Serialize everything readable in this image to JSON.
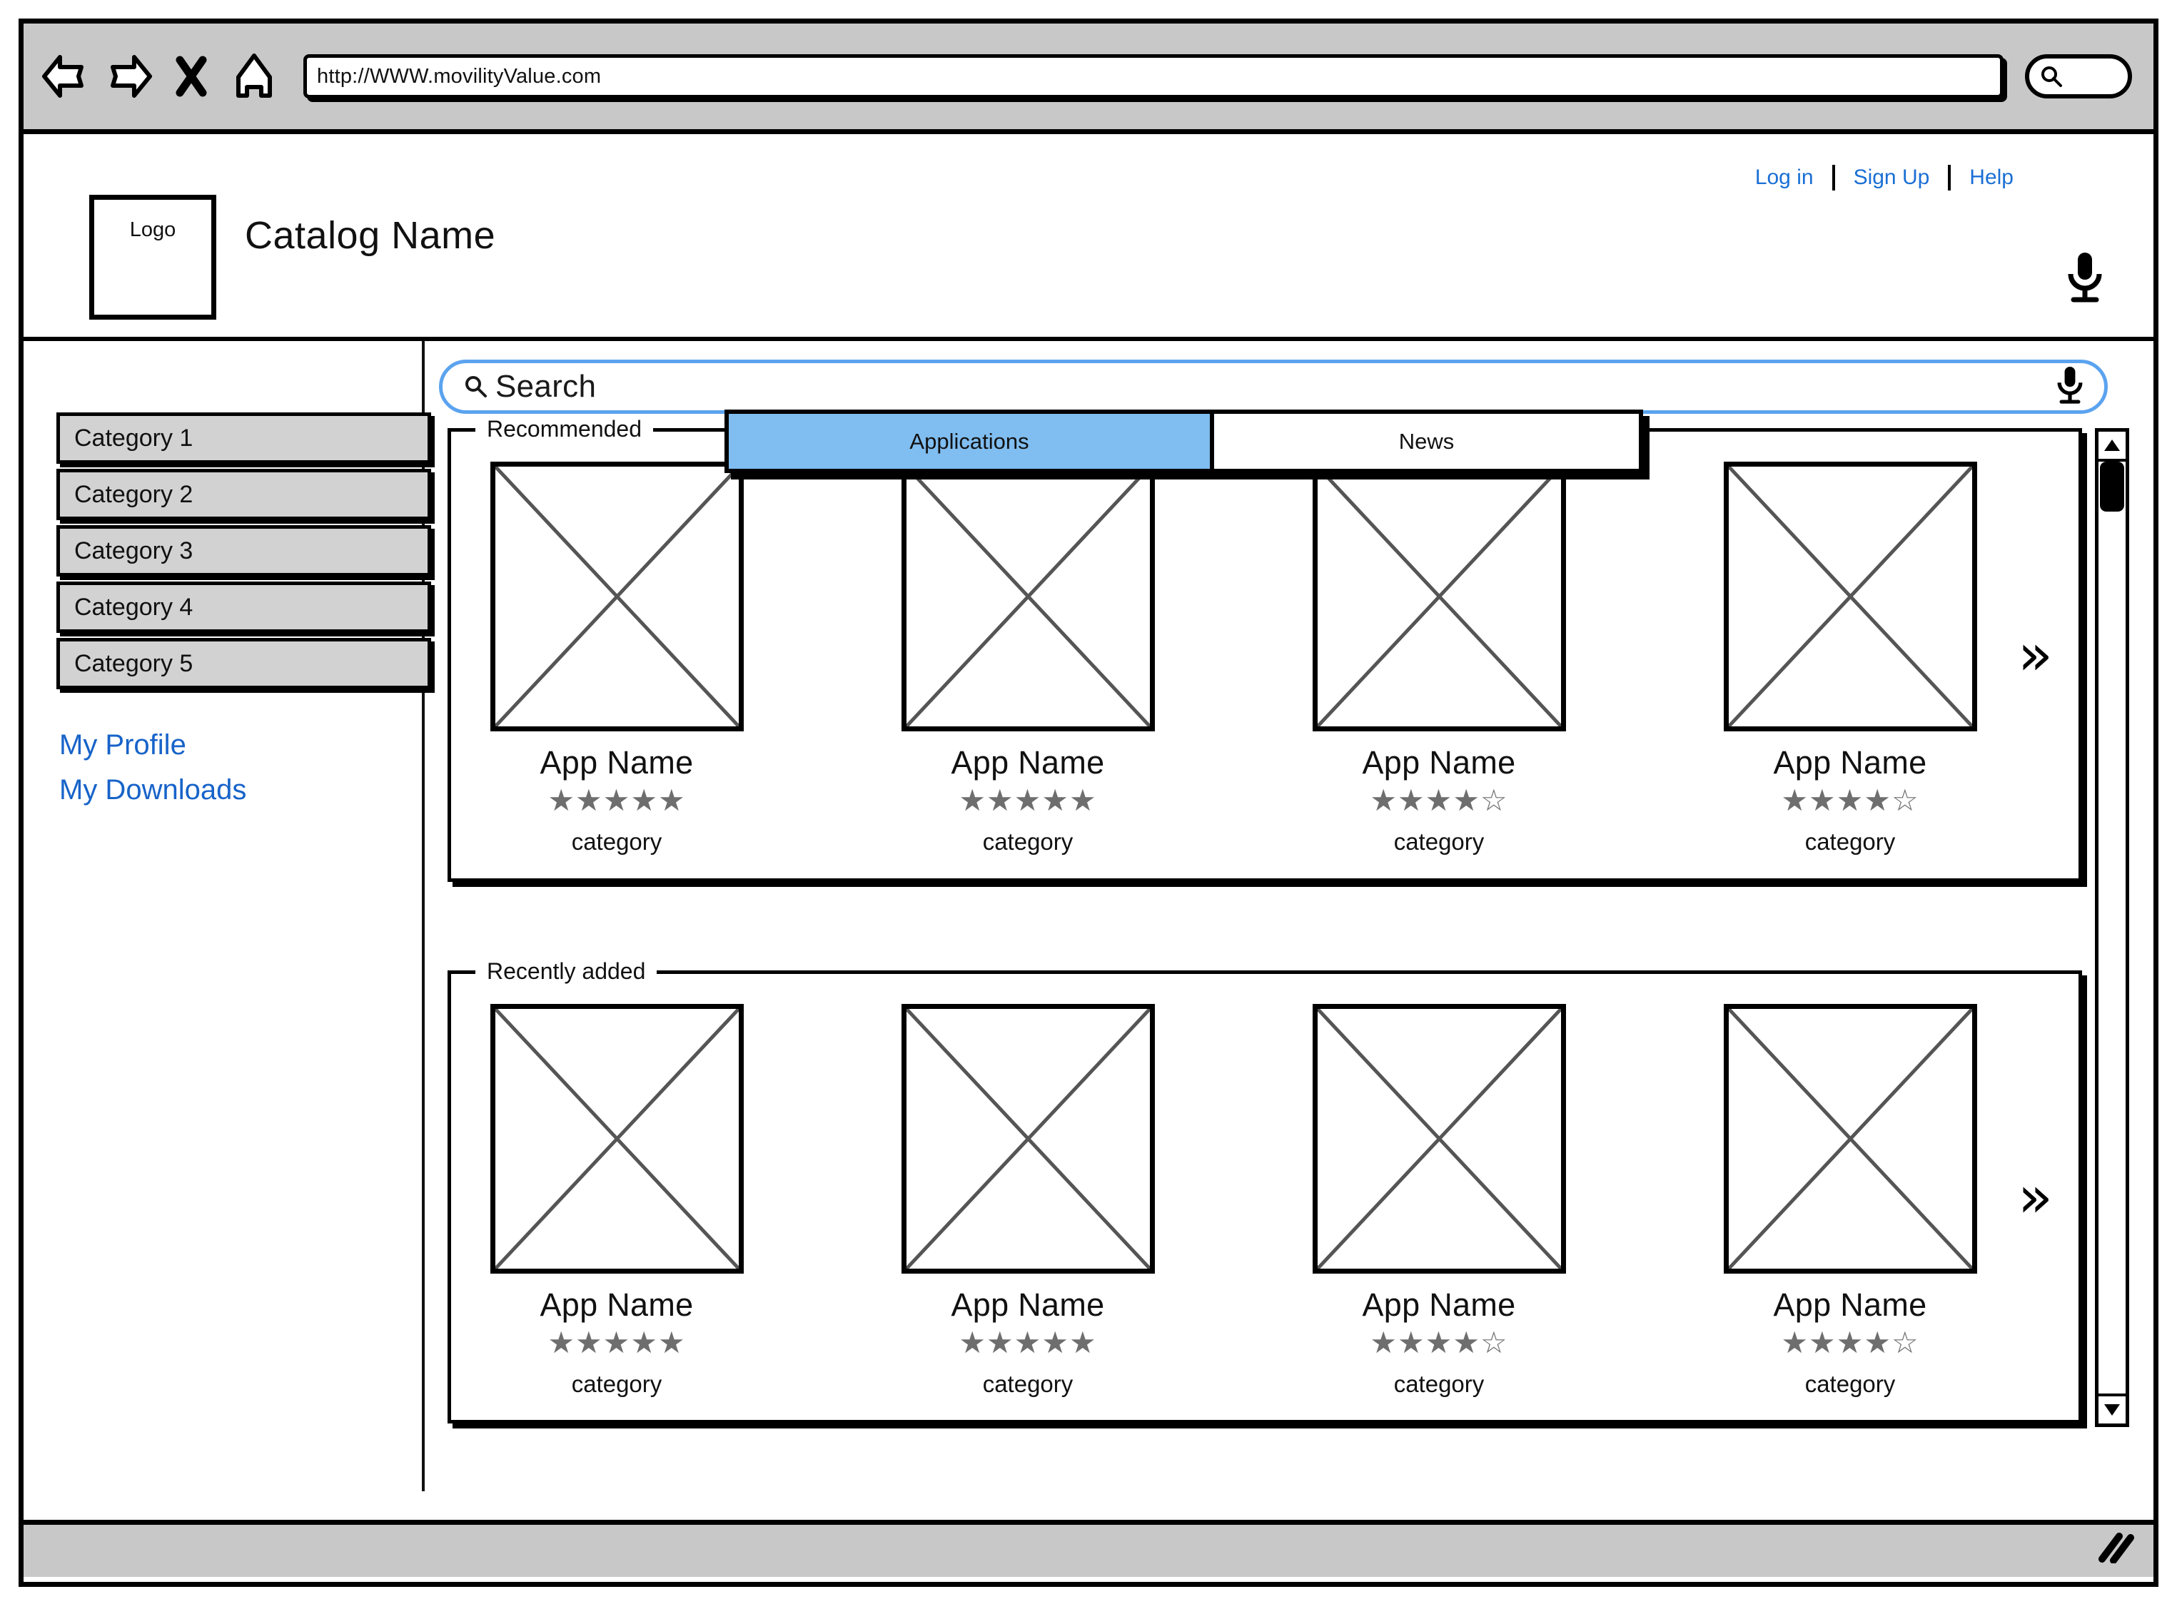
{
  "browser": {
    "url": "http://WWW.movilityValue.com",
    "nav": {
      "back_icon": "back-arrow-icon",
      "forward_icon": "forward-arrow-icon",
      "stop_icon": "close-x-icon",
      "home_icon": "home-icon"
    },
    "search_icon": "search-icon"
  },
  "header": {
    "logo_label": "Logo",
    "catalog_name": "Catalog Name",
    "links": [
      {
        "label": "Log in"
      },
      {
        "label": "Sign Up"
      },
      {
        "label": "Help"
      }
    ],
    "mic_icon": "microphone-icon",
    "tabs": [
      {
        "label": "Applications",
        "active": true
      },
      {
        "label": "News",
        "active": false
      }
    ]
  },
  "search": {
    "placeholder": "Search",
    "magnifier_icon": "search-icon",
    "mic_icon": "microphone-icon"
  },
  "sidebar": {
    "categories": [
      {
        "label": "Category 1"
      },
      {
        "label": "Category 2"
      },
      {
        "label": "Category 3"
      },
      {
        "label": "Category 4"
      },
      {
        "label": "Category 5"
      }
    ],
    "links": [
      {
        "label": "My Profile"
      },
      {
        "label": "My Downloads"
      }
    ]
  },
  "groups": [
    {
      "legend": "Recommended",
      "next_icon": "double-chevron-right-icon",
      "cards": [
        {
          "name": "App Name",
          "stars": "★★★★★",
          "rating": 5,
          "category": "category"
        },
        {
          "name": "App Name",
          "stars": "★★★★★",
          "rating": 5,
          "category": "category"
        },
        {
          "name": "App Name",
          "stars": "★★★★☆",
          "rating": 4,
          "category": "category"
        },
        {
          "name": "App Name",
          "stars": "★★★★☆",
          "rating": 4,
          "category": "category"
        }
      ]
    },
    {
      "legend": "Recently added",
      "next_icon": "double-chevron-right-icon",
      "cards": [
        {
          "name": "App Name",
          "stars": "★★★★★",
          "rating": 5,
          "category": "category"
        },
        {
          "name": "App Name",
          "stars": "★★★★★",
          "rating": 5,
          "category": "category"
        },
        {
          "name": "App Name",
          "stars": "★★★★☆",
          "rating": 4,
          "category": "category"
        },
        {
          "name": "App Name",
          "stars": "★★★★☆",
          "rating": 4,
          "category": "category"
        }
      ]
    }
  ],
  "scrollbar": {
    "up_icon": "triangle-up-icon",
    "down_icon": "triangle-down-icon",
    "thumb_position_percent": 0
  },
  "status_bar": {
    "resize_grip_icon": "resize-grip-icon"
  },
  "colors": {
    "accent_blue": "#1a6fd4",
    "tab_active": "#80bdf0",
    "search_border": "#5ba3ef",
    "chrome_gray": "#c8c8c8",
    "category_gray": "#d2d2d2",
    "star": "#6e6e6e"
  }
}
